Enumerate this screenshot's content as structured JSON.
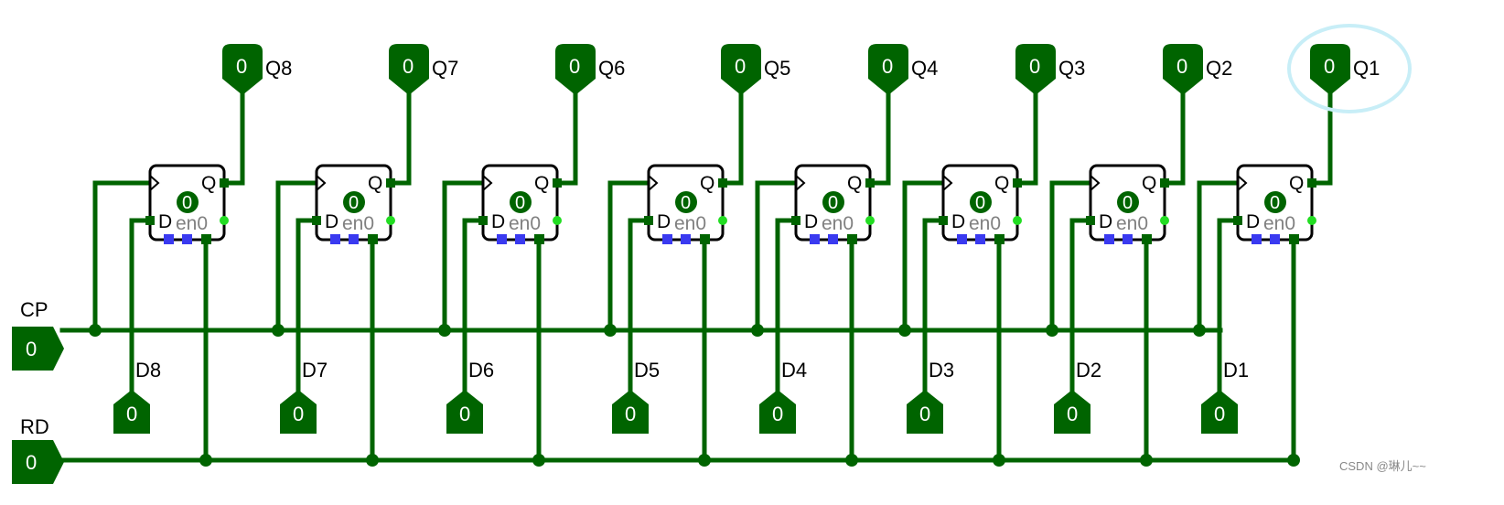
{
  "inputs": {
    "cp": {
      "label": "CP",
      "value": "0"
    },
    "rd": {
      "label": "RD",
      "value": "0"
    }
  },
  "flipflops": [
    {
      "q_label": "Q8",
      "d_label": "D8",
      "q_value": "0",
      "d_value": "0",
      "state": "0"
    },
    {
      "q_label": "Q7",
      "d_label": "D7",
      "q_value": "0",
      "d_value": "0",
      "state": "0"
    },
    {
      "q_label": "Q6",
      "d_label": "D6",
      "q_value": "0",
      "d_value": "0",
      "state": "0"
    },
    {
      "q_label": "Q5",
      "d_label": "D5",
      "q_value": "0",
      "d_value": "0",
      "state": "0"
    },
    {
      "q_label": "Q4",
      "d_label": "D4",
      "q_value": "0",
      "d_value": "0",
      "state": "0"
    },
    {
      "q_label": "Q3",
      "d_label": "D3",
      "q_value": "0",
      "d_value": "0",
      "state": "0"
    },
    {
      "q_label": "Q2",
      "d_label": "D2",
      "q_value": "0",
      "d_value": "0",
      "state": "0"
    },
    {
      "q_label": "Q1",
      "d_label": "D1",
      "q_value": "0",
      "d_value": "0",
      "state": "0"
    }
  ],
  "ff_text": {
    "q": "Q",
    "d": "D",
    "en": "en",
    "en_value": "0"
  },
  "highlighted": "Q1",
  "colors": {
    "wire": "#006400",
    "pin": "#006400",
    "highlight": "#c8eef7",
    "port_blue": "#3a3af0",
    "port_green": "#22dd22"
  },
  "watermark": "CSDN @琳儿~~"
}
